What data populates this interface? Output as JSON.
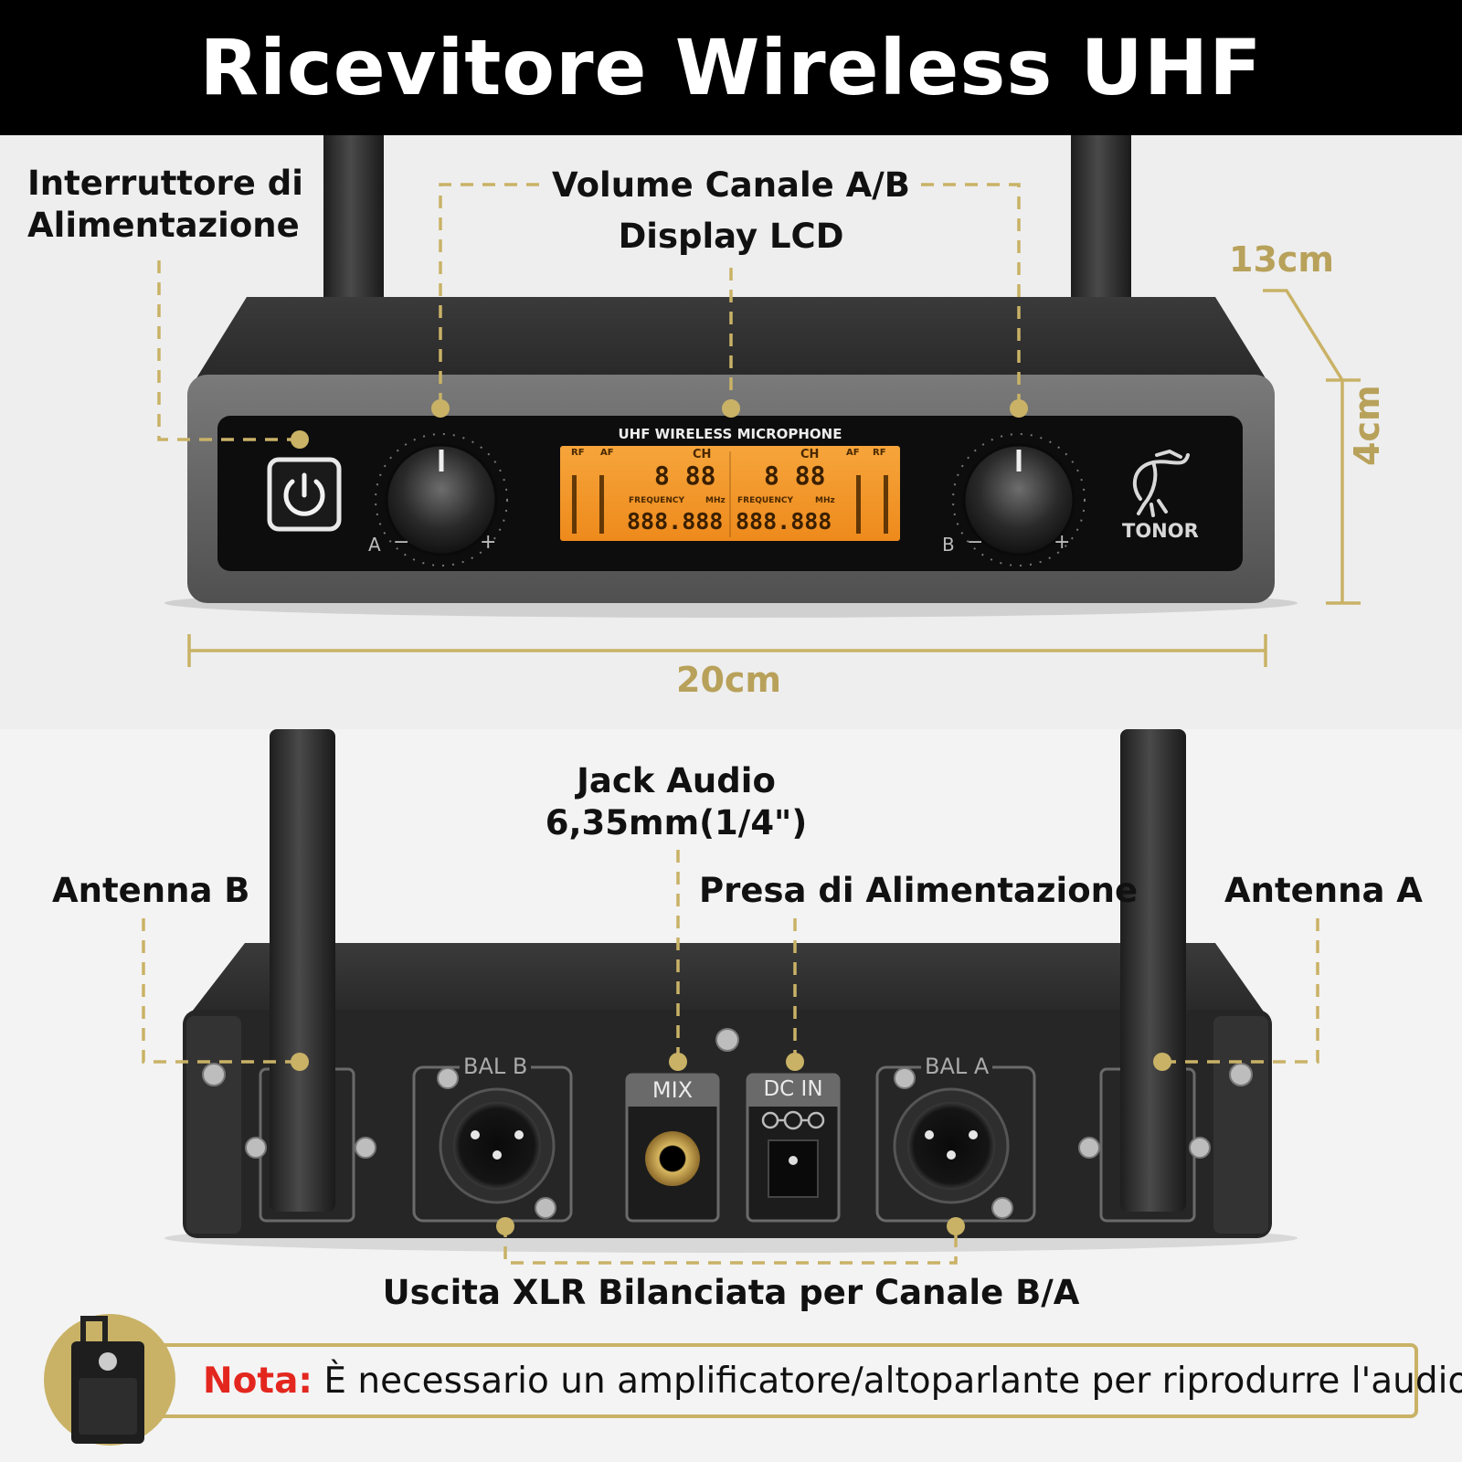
{
  "header": {
    "title": "Ricevitore Wireless UHF"
  },
  "labels": {
    "power_switch": [
      "Interruttore di",
      "Alimentazione"
    ],
    "volume": "Volume Canale A/B",
    "lcd": "Display LCD",
    "jack_audio": [
      "Jack Audio",
      "6,35mm(1/4\")"
    ],
    "power_socket": "Presa di Alimentazione",
    "antenna_b": "Antenna B",
    "antenna_a": "Antenna A",
    "xlr_output": "Uscita XLR Bilanciata per Canale B/A"
  },
  "dimensions": {
    "depth": "13cm",
    "height": "4cm",
    "width": "20cm"
  },
  "device_front": {
    "lcd_title": "UHF WIRELESS MICROPHONE",
    "lcd_ch": "CH",
    "lcd_rf": "RF",
    "lcd_af": "AF",
    "lcd_freq": "FREQUENCY",
    "lcd_mhz": "MHz",
    "lcd_digits_ch": "8 88",
    "lcd_digits_freq": "888.888",
    "knob_a": "A",
    "knob_b": "B",
    "minus": "−",
    "plus": "+",
    "brand": "TONOR"
  },
  "device_back": {
    "bal_b": "BAL B",
    "bal_a": "BAL A",
    "mix": "MIX",
    "dc_in": "DC IN"
  },
  "note": {
    "prefix": "Nota:",
    "text": " È necessario un amplificatore/altoparlante per riprodurre l'audio."
  },
  "colors": {
    "accent_gold": "#c9b266",
    "dimension_gold": "#b8a15a",
    "lcd_orange": "#f39a2c",
    "note_red": "#e3271f",
    "device_body": "#2b2b2b"
  }
}
